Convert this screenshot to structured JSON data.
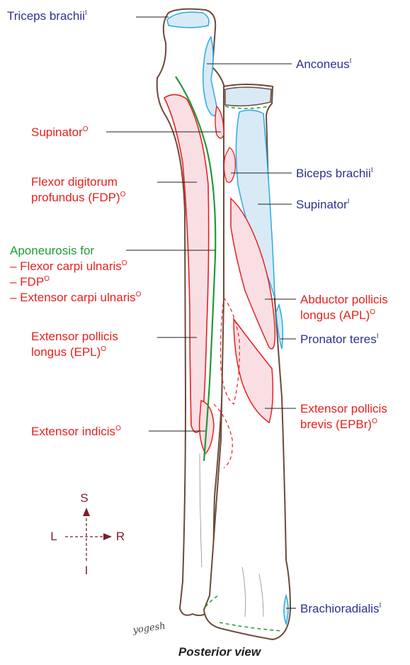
{
  "labels": {
    "triceps": {
      "text": "Triceps brachii",
      "sup": "I"
    },
    "anconeus": {
      "text": "Anconeus",
      "sup": "I"
    },
    "supinator_o": {
      "text": "Supinator",
      "sup": "O"
    },
    "fdp_line1": "Flexor digitorum",
    "fdp_line2": {
      "text": "profundus (FDP)",
      "sup": "O"
    },
    "biceps": {
      "text": "Biceps brachii",
      "sup": "I"
    },
    "supinator_i": {
      "text": "Supinator",
      "sup": "I"
    },
    "aponeurosis": {
      "title": "Aponeurosis for",
      "item1": {
        "text": "– Flexor carpi ulnaris",
        "sup": "O"
      },
      "item2": {
        "text": "– FDP",
        "sup": "O"
      },
      "item3": {
        "text": "– Extensor carpi ulnaris",
        "sup": "O"
      }
    },
    "apl_line1": "Abductor pollicis",
    "apl_line2": {
      "text": "longus (APL)",
      "sup": "O"
    },
    "pronator": {
      "text": "Pronator teres",
      "sup": "I"
    },
    "epl_line1": "Extensor pollicis",
    "epl_line2": {
      "text": "longus (EPL)",
      "sup": "O"
    },
    "epbr_line1": "Extensor pollicis",
    "epbr_line2": {
      "text": "brevis (EPBr)",
      "sup": "O"
    },
    "indicis": {
      "text": "Extensor indicis",
      "sup": "O"
    },
    "brachioradialis": {
      "text": "Brachioradialis",
      "sup": "I"
    }
  },
  "compass": {
    "superior": "S",
    "inferior": "I",
    "left": "L",
    "right": "R"
  },
  "signature": "yogesh",
  "caption": "Posterior view",
  "colors": {
    "origin": "#e8201e",
    "insertion": "#2e3192",
    "aponeurosis": "#1f9a3a",
    "origin_fill": "#f9dfe4",
    "insertion_fill": "#d9eaf7",
    "bone_outline": "#6b4a3a",
    "compass": "#7a1f2b"
  }
}
